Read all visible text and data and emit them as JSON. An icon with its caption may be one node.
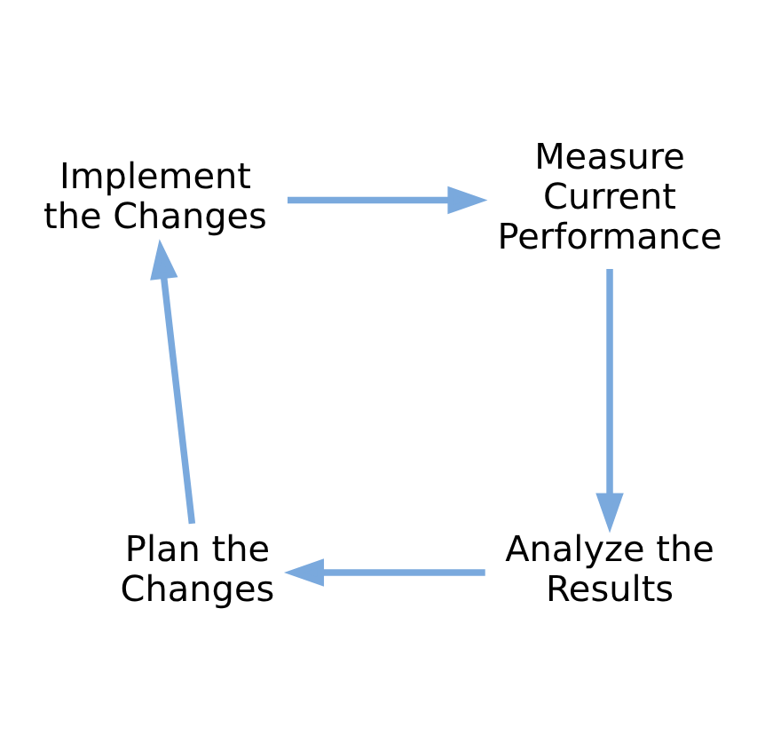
{
  "diagram": {
    "nodes": [
      {
        "text": [
          "Implement the Changes"
        ]
      },
      {
        "text": [
          "Measure Current Performance"
        ]
      },
      {
        "text": [
          "Plan the Changes"
        ]
      },
      {
        "text": [
          "Analyze the Results"
        ]
      }
    ],
    "edges": [
      {
        "from": 0,
        "to": 1,
        "arrow": "to"
      },
      {
        "from": 1,
        "to": 3,
        "arrow": "to"
      },
      {
        "from": 3,
        "to": 2,
        "arrow": "to"
      },
      {
        "from": 2,
        "to": 0,
        "arrow": "to"
      }
    ]
  }
}
